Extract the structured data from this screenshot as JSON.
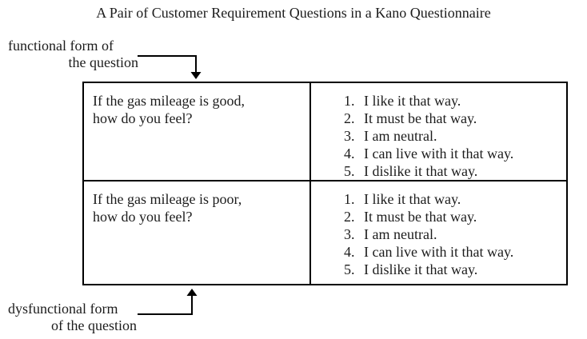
{
  "title": "A Pair of Customer Requirement Questions in a Kano Questionnaire",
  "labels": {
    "functional": {
      "line1": "functional form of",
      "line2": "the question"
    },
    "dysfunctional": {
      "line1": "dysfunctional form",
      "line2": "of the question"
    }
  },
  "icons": {
    "functional_arrow": "down-arrow-connector",
    "dysfunctional_arrow": "up-arrow-connector"
  },
  "table": {
    "rows": [
      {
        "question": {
          "line1": "If the gas mileage is good,",
          "line2": "how do you feel?"
        },
        "options": [
          {
            "num": "1.",
            "text": "I like it that way."
          },
          {
            "num": "2.",
            "text": "It must be that way."
          },
          {
            "num": "3.",
            "text": "I am neutral."
          },
          {
            "num": "4.",
            "text": "I can live with it that way."
          },
          {
            "num": "5.",
            "text": "I dislike it that way."
          }
        ]
      },
      {
        "question": {
          "line1": "If the gas mileage is poor,",
          "line2": "how do you feel?"
        },
        "options": [
          {
            "num": "1.",
            "text": "I like it that way."
          },
          {
            "num": "2.",
            "text": "It must be that way."
          },
          {
            "num": "3.",
            "text": "I am neutral."
          },
          {
            "num": "4.",
            "text": "I can live with it that way."
          },
          {
            "num": "5.",
            "text": "I dislike it that way."
          }
        ]
      }
    ]
  },
  "colors": {
    "background": "#ffffff",
    "text": "#1c1c1c",
    "border": "#000000"
  }
}
